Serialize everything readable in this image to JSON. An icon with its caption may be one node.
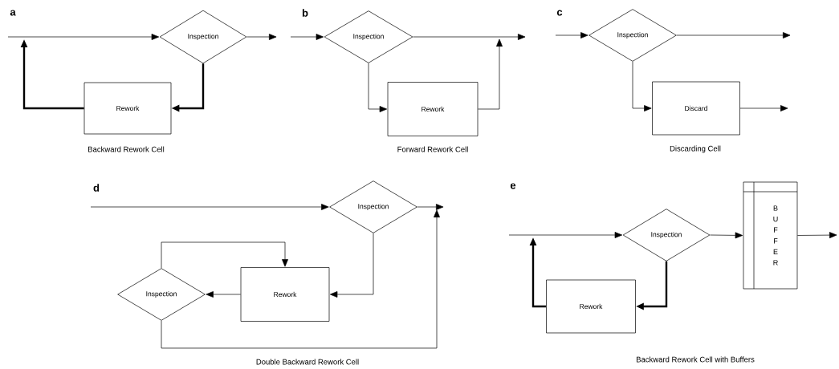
{
  "diagram": {
    "nodes": [
      {
        "text": [
          "Inspection"
        ]
      },
      {
        "text": [
          "Rework"
        ]
      },
      {
        "text": [
          "Inspection"
        ]
      },
      {
        "text": [
          "Rework"
        ]
      },
      {
        "text": [
          "Inspection"
        ]
      },
      {
        "text": [
          "Discard"
        ]
      },
      {
        "text": [
          "Inspection"
        ]
      },
      {
        "text": [
          "Rework"
        ]
      },
      {
        "text": [
          "Inspection"
        ]
      },
      {
        "text": [
          "Inspection"
        ]
      },
      {
        "text": [
          "Rework"
        ]
      },
      {
        "text": [
          "B U F F E R"
        ]
      }
    ],
    "edges": [
      {
        "from": null,
        "to": 0,
        "arrow": "to"
      },
      {
        "from": 0,
        "to": null,
        "arrow": "to"
      },
      {
        "from": 0,
        "to": 1,
        "arrow": "to",
        "style": "thick"
      },
      {
        "from": 1,
        "to": null,
        "arrow": "to",
        "style": "thick"
      },
      {
        "from": null,
        "to": 2,
        "arrow": "to"
      },
      {
        "from": 2,
        "to": null,
        "arrow": "to"
      },
      {
        "from": 2,
        "to": 3,
        "arrow": "to"
      },
      {
        "from": 3,
        "to": null,
        "arrow": "to"
      },
      {
        "from": null,
        "to": 4,
        "arrow": "to"
      },
      {
        "from": 4,
        "to": null,
        "arrow": "to"
      },
      {
        "from": 4,
        "to": 5,
        "arrow": "to"
      },
      {
        "from": 5,
        "to": null,
        "arrow": "to"
      },
      {
        "from": null,
        "to": 6,
        "arrow": "to"
      },
      {
        "from": 6,
        "to": null,
        "arrow": "to"
      },
      {
        "from": 6,
        "to": 7,
        "arrow": "to"
      },
      {
        "from": 7,
        "to": 8,
        "arrow": "to"
      },
      {
        "from": 8,
        "to": 7,
        "arrow": "to"
      },
      {
        "from": 8,
        "to": null,
        "arrow": "to"
      },
      {
        "from": null,
        "to": 9,
        "arrow": "to"
      },
      {
        "from": 9,
        "to": 11,
        "arrow": "to"
      },
      {
        "from": 11,
        "to": null,
        "arrow": "to"
      },
      {
        "from": 9,
        "to": 10,
        "arrow": "to",
        "style": "thick"
      },
      {
        "from": 10,
        "to": null,
        "arrow": "to",
        "style": "thick"
      }
    ],
    "labels": [
      "a",
      "b",
      "c",
      "Backward Rework Cell",
      "Forward Rework Cell",
      "Discarding Cell",
      "d",
      "e",
      "Double Backward Rework Cell",
      "Backward Rework Cell with Buffers"
    ]
  }
}
